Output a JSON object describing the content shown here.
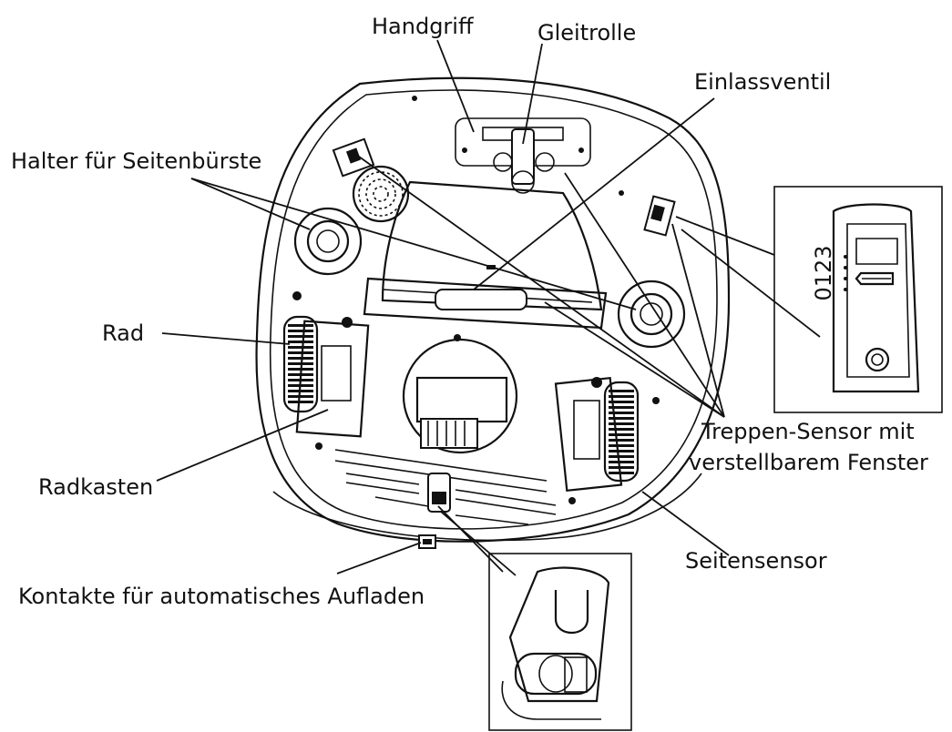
{
  "labels": {
    "handgriff": "Handgriff",
    "gleitrolle": "Gleitrolle",
    "einlassventil": "Einlassventil",
    "halter_seitenbuerste": "Halter für Seitenbürste",
    "rad": "Rad",
    "radkasten": "Radkasten",
    "treppen_sensor_line1": "Treppen-Sensor mit",
    "treppen_sensor_line2": "verstellbarem Fenster",
    "seitensensor": "Seitensensor",
    "kontakte": "Kontakte für automatisches Aufladen",
    "window_scale": "0123"
  },
  "colors": {
    "ink": "#111111",
    "background": "#ffffff"
  }
}
